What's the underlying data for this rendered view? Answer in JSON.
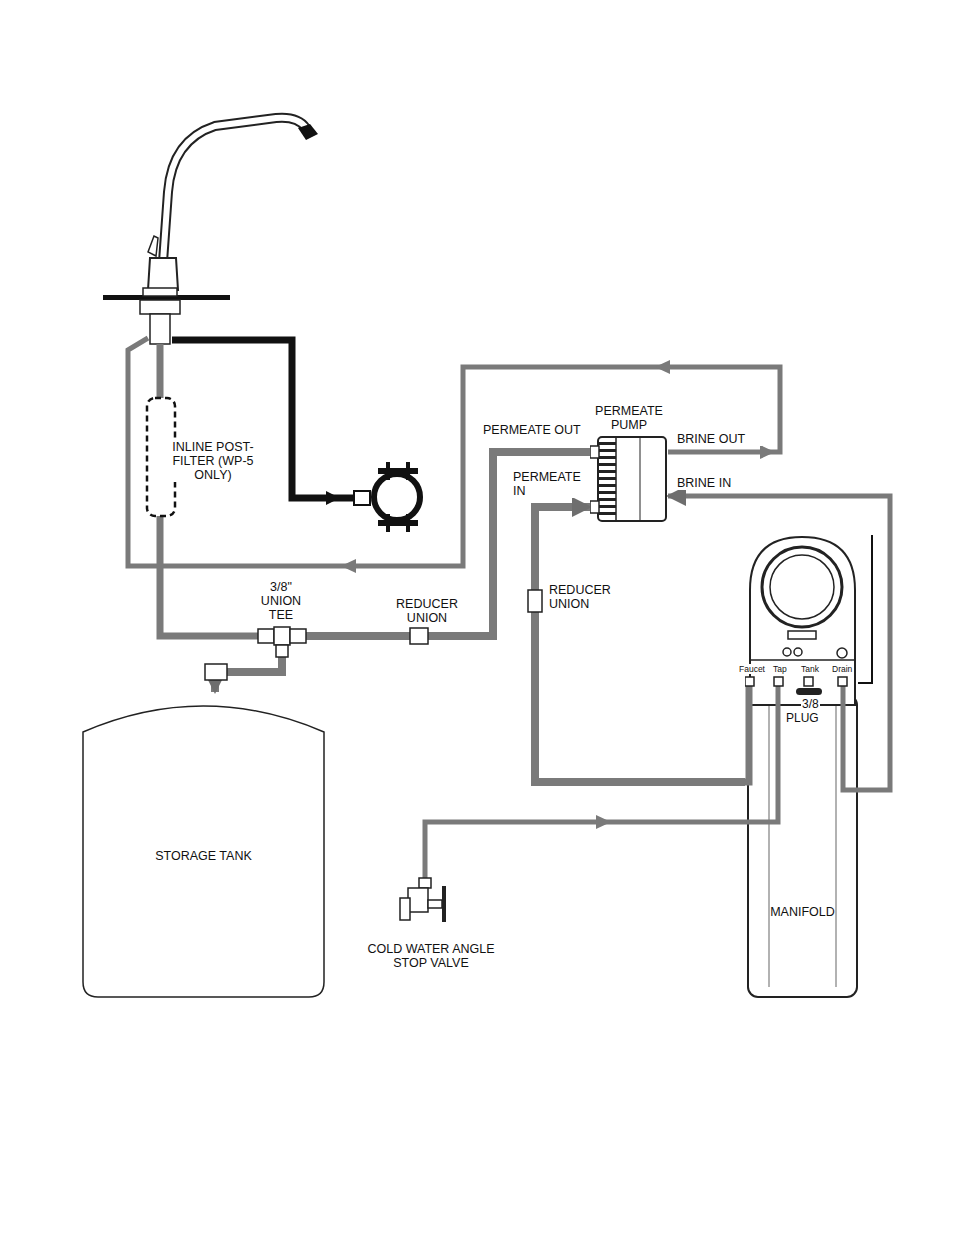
{
  "diagram": {
    "nodes": [
      {
        "text": [
          "PERMEATE PUMP"
        ]
      },
      {
        "text": [
          "MANIFOLD"
        ]
      },
      {
        "text": [
          "STORAGE TANK"
        ]
      }
    ],
    "edges": [
      {
        "from": 1,
        "to": 0,
        "arrow": "to"
      },
      {
        "from": 1,
        "to": 0,
        "arrow": "to"
      },
      {
        "from": 0,
        "to": 2,
        "arrow": "to"
      }
    ],
    "labels": [
      "INLINE POST-FILTER (WP-5 ONLY)",
      "3/8\" UNION TEE",
      "REDUCER UNION",
      "PERMEATE OUT",
      "BRINE OUT",
      "PERMEATE IN",
      "BRINE IN",
      "REDUCER UNION",
      "Faucet",
      "Tap",
      "Tank",
      "Drain",
      "3/8",
      "PLUG",
      "COLD WATER ANGLE STOP VALVE"
    ]
  }
}
